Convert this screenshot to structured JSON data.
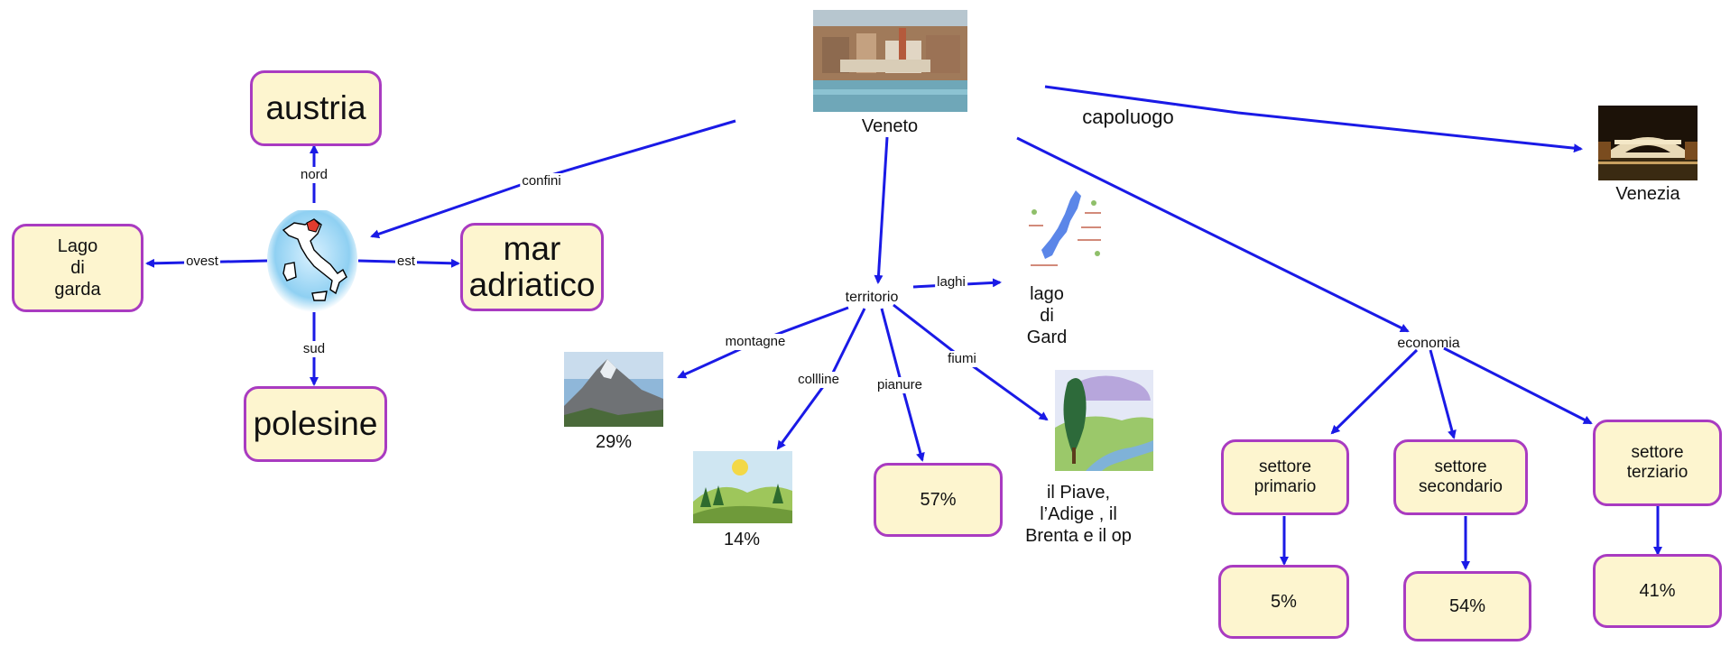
{
  "nodes": {
    "veneto": "Veneto",
    "venezia": "Venezia",
    "austria": "austria",
    "lago_di_garda_box": "Lago\ndi\ngarda",
    "mar_adriatico": "mar\nadriatico",
    "polesine": "polesine",
    "territorio": "territorio",
    "economia": "economia",
    "lago_di_gard": "lago\ndi\nGard",
    "montagne_pct": "29%",
    "colline_pct": "14%",
    "pianure_pct": "57%",
    "fiumi_text": "il Piave,\nl’Adige , il\nBrenta e il op",
    "settore_primario": "settore\nprimario",
    "settore_secondario": "settore\nsecondario",
    "settore_terziario": "settore\nterziario",
    "primario_pct": "5%",
    "secondario_pct": "54%",
    "terziario_pct": "41%"
  },
  "edge_labels": {
    "capoluogo": "capoluogo",
    "confini": "confini",
    "nord": "nord",
    "ovest": "ovest",
    "est": "est",
    "sud": "sud",
    "laghi": "laghi",
    "montagne": "montagne",
    "collline": "collline",
    "pianure": "pianure",
    "fiumi": "fiumi"
  },
  "colors": {
    "edge": "#1a1ae6",
    "node_fill": "#fdf5cf",
    "node_border": "#a93bc1"
  },
  "icons": {
    "veneto": "venice-aerial-photo",
    "venezia": "rialto-bridge-night-photo",
    "italy": "italy-map-icon",
    "lago": "lake-garda-map-icon",
    "montagne": "mountain-photo",
    "colline": "hills-clipart",
    "fiumi": "river-landscape-clipart"
  }
}
